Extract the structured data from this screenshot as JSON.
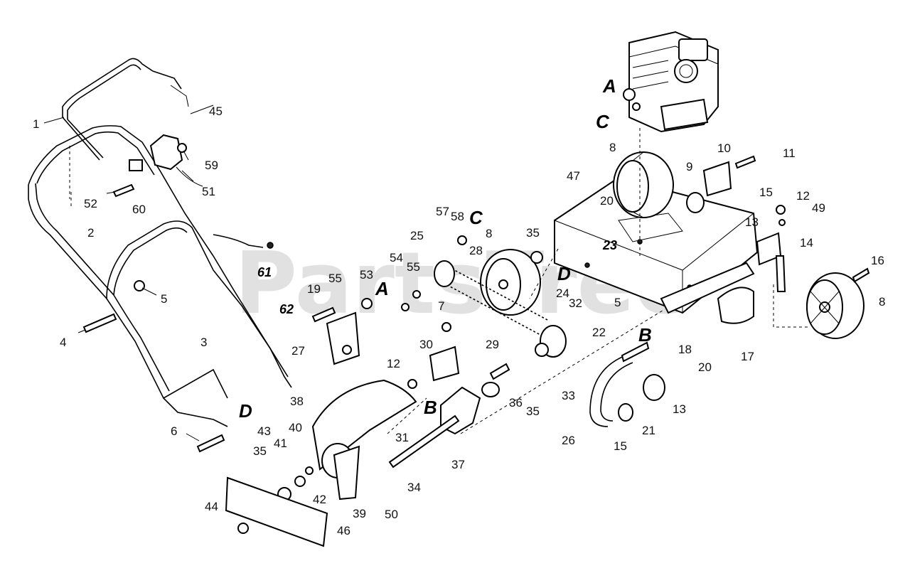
{
  "watermark": "PartsTree",
  "watermark_tm": "™",
  "labels": {
    "n1": "1",
    "n2": "2",
    "n3": "3",
    "n4": "4",
    "n5a": "5",
    "n5b": "5",
    "n6": "6",
    "n7": "7",
    "n8a": "8",
    "n8b": "8",
    "n8c": "8",
    "n9": "9",
    "n10": "10",
    "n11": "11",
    "n12a": "12",
    "n12b": "12",
    "n13a": "13",
    "n13b": "13",
    "n14": "14",
    "n15a": "15",
    "n15b": "15",
    "n16": "16",
    "n17": "17",
    "n18": "18",
    "n19": "19",
    "n20a": "20",
    "n20b": "20",
    "n21": "21",
    "n22": "22",
    "n23": "23",
    "n24": "24",
    "n25": "25",
    "n26": "26",
    "n27": "27",
    "n28": "28",
    "n29": "29",
    "n30": "30",
    "n31": "31",
    "n32": "32",
    "n33": "33",
    "n34": "34",
    "n35a": "35",
    "n35b": "35",
    "n35c": "35",
    "n36": "36",
    "n37": "37",
    "n38": "38",
    "n39": "39",
    "n40": "40",
    "n41": "41",
    "n42": "42",
    "n43": "43",
    "n44": "44",
    "n45": "45",
    "n46": "46",
    "n47": "47",
    "n49": "49",
    "n50": "50",
    "n51": "51",
    "n52": "52",
    "n53": "53",
    "n54": "54",
    "n55a": "55",
    "n55b": "55",
    "n57": "57",
    "n58": "58",
    "n59": "59",
    "n60": "60",
    "n61": "61",
    "n62": "62"
  },
  "refs": {
    "A1": "A",
    "A2": "A",
    "B1": "B",
    "B2": "B",
    "C1": "C",
    "C2": "C",
    "D1": "D",
    "D2": "D"
  }
}
